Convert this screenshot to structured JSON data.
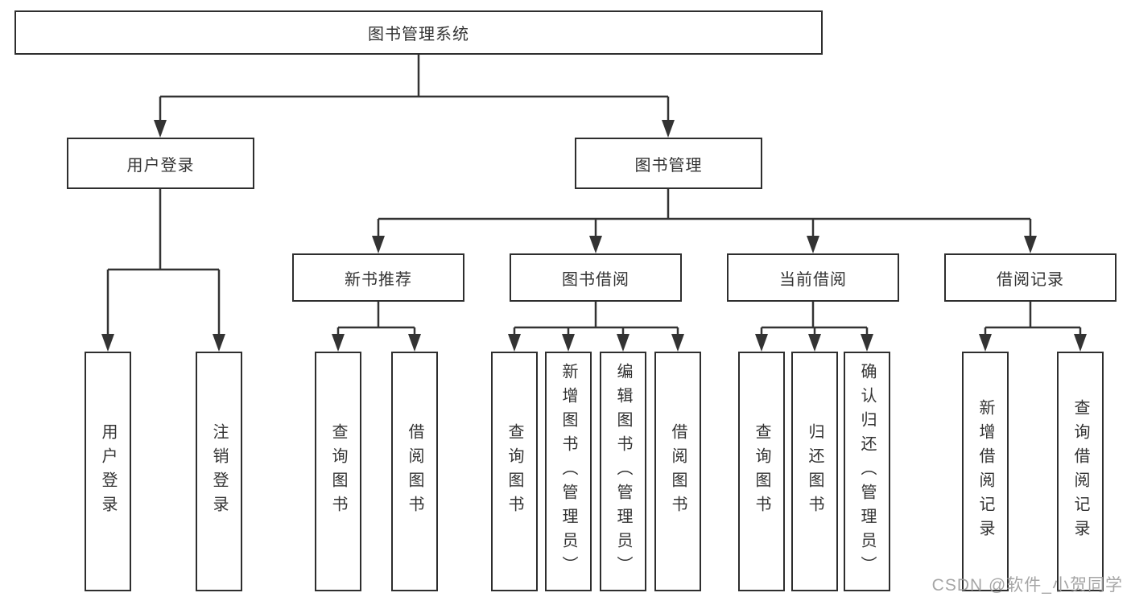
{
  "diagram": {
    "root": "图书管理系统",
    "branches": [
      {
        "label": "用户登录",
        "children": [
          "用户登录",
          "注销登录"
        ]
      },
      {
        "label": "图书管理",
        "groups": [
          {
            "label": "新书推荐",
            "children": [
              "查询图书",
              "借阅图书"
            ]
          },
          {
            "label": "图书借阅",
            "children": [
              "查询图书",
              "新增图书（管理员）",
              "编辑图书（管理员）",
              "借阅图书"
            ]
          },
          {
            "label": "当前借阅",
            "children": [
              "查询图书",
              "归还图书",
              "确认归还（管理员）"
            ]
          },
          {
            "label": "借阅记录",
            "children": [
              "新增借阅记录",
              "查询借阅记录"
            ]
          }
        ]
      }
    ],
    "colors": {
      "line": "#333333",
      "box_border": "#2e2e2e",
      "box_fill": "#ffffff",
      "text": "#333333",
      "watermark": "#9e9e9e"
    }
  },
  "watermark": "CSDN @软件_小贺同学"
}
